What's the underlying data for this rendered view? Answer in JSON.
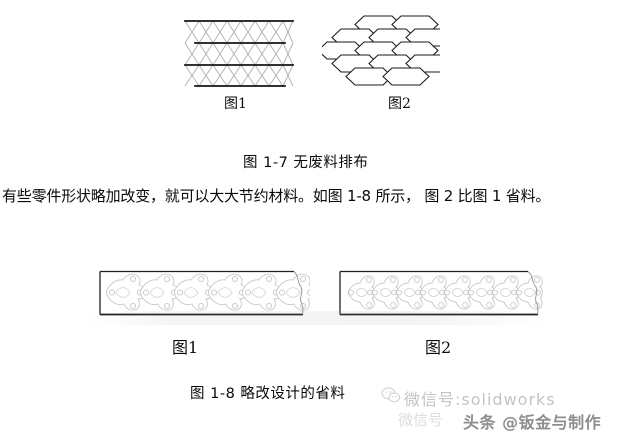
{
  "document": {
    "type": "scanned-textbook-page",
    "language": "zh-CN",
    "background_color": "#ffffff",
    "ink_color": "#111111"
  },
  "figure_1_7": {
    "caption": "图 1-7    无废料排布",
    "sub_labels": {
      "left": "图1",
      "right": "图2"
    },
    "left_diagram": {
      "name": "triangle-nesting-pattern",
      "description": "等边三角形无废料排布",
      "rows": 3,
      "columns": 4,
      "strip_line_color": "#111111",
      "diagonal_line_color": "#b0b0b0"
    },
    "right_diagram": {
      "name": "hexagon-nesting-pattern",
      "description": "六边形无废料交错排布",
      "rows": 4,
      "columns": 3,
      "outline_color": "#1a1a1a",
      "fill_color": "#ffffff"
    }
  },
  "body": {
    "paragraph": "有些零件形状略加改变，就可以大大节约材料。如图 1-8 所示，   图 2 比图 1 省料。"
  },
  "figure_1_8": {
    "caption": "图 1-8   略改设计的省料",
    "sub_labels": {
      "left": "图1",
      "right": "图2"
    },
    "left_diagram": {
      "name": "strip-layout-wasteful",
      "description": "原设计十字形零件条料排样",
      "parts_count": 6,
      "part_shape": "cross-bracket-with-4-holes",
      "strip_border_color": "#222222",
      "part_outline_color": "#c9c9c9"
    },
    "right_diagram": {
      "name": "strip-layout-economical",
      "description": "略改设计后零件条料排样，排列更紧密",
      "parts_count": 8,
      "part_shape": "arrow-bracket-with-4-holes",
      "strip_border_color": "#222222",
      "part_outline_color": "#c9c9c9"
    }
  },
  "watermarks": {
    "wechat_label": "微信号:solidworks",
    "wechat_icon": "wechat-logo-icon",
    "toutiao": "头条 @钣金与制作",
    "ghost_text": "微信号",
    "color": "#b9b9b9"
  }
}
